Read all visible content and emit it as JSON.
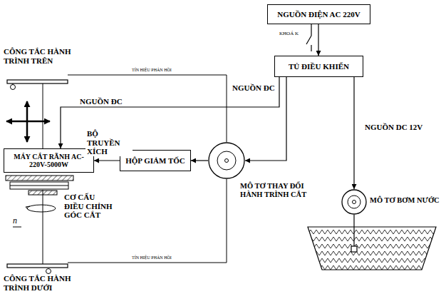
{
  "diagram": {
    "nodes": [
      {
        "text": [
          "NGUỒN ĐIỆN AC 220V"
        ]
      },
      {
        "text": [
          "TỦ ĐIỀU KHIỂN"
        ]
      },
      {
        "text": [
          "MÁY CẮT RÃNH AC-220V-5000W"
        ]
      },
      {
        "text": [
          "HỘP GIẢM TỐC"
        ]
      },
      {
        "text": [
          "MÔ TƠ THAY ĐỔI HÀNH TRÌNH CẮT"
        ]
      },
      {
        "text": [
          "MÔ TƠ BƠM NƯỚC"
        ]
      }
    ],
    "edges": [
      {
        "from": 0,
        "to": 1,
        "arrow": "to"
      },
      {
        "from": 1,
        "to": 2,
        "label": "NGUỒN ĐC",
        "arrow": "to"
      },
      {
        "from": 1,
        "to": 4,
        "label": "NGUỒN ĐC",
        "arrow": "to"
      },
      {
        "from": 1,
        "to": 5,
        "label": "NGUỒN DC 12V",
        "arrow": "to"
      },
      {
        "from": 4,
        "to": 3,
        "arrow": "to"
      },
      {
        "from": 3,
        "to": 2,
        "label": "BỘ TRUYỀN XÍCH",
        "arrow": "to"
      }
    ],
    "labels": [
      "KHOÁ K",
      "CÔNG TẮC HÀNH TRÌNH TRÊN",
      "TÍN HIỆU PHẢN HỒI",
      "TÍN HIỆU PHẢN HỒI",
      "CƠ CẤU ĐIỀU CHỈNH GÓC CẮT",
      "n",
      "CÔNG TẮC HÀNH TRÌNH DƯỚI"
    ]
  }
}
